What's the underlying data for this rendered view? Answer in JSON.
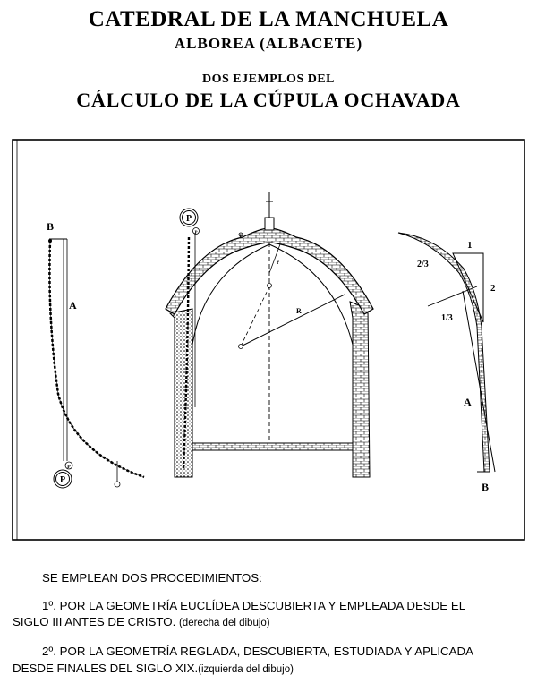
{
  "header": {
    "title": "CATEDRAL DE LA MANCHUELA",
    "location": "ALBOREA (ALBACETE)",
    "pretitle": "DOS EJEMPLOS DEL",
    "subtitle": "CÁLCULO DE LA CÚPULA OCHAVADA"
  },
  "figure": {
    "left": {
      "point_top": "B",
      "segment": "A",
      "pole": "P",
      "pole_small": "P"
    },
    "center": {
      "pole": "P",
      "pole_small": "P",
      "point_p": "P",
      "radius_small": "r",
      "radius_large": "R"
    },
    "right": {
      "top": "1",
      "side": "2",
      "upper_fraction": "2/3",
      "lower_fraction": "1/3",
      "segment": "A",
      "point_bottom": "B"
    }
  },
  "text": {
    "intro": "SE EMPLEAN DOS PROCEDIMIENTOS:",
    "item1_line1": "1º.  POR LA GEOMETRÍA EUCLÍDEA DESCUBIERTA Y EMPLEADA  DESDE EL",
    "item1_line2": "SIGLO III ANTES DE CRISTO.",
    "item1_note": "(derecha del dibujo)",
    "item2_line1": "2º. POR LA GEOMETRÍA REGLADA, DESCUBIERTA, ESTUDIADA  Y APLICADA",
    "item2_line2": "DESDE FINALES DEL SIGLO XIX.",
    "item2_note": "(izquierda del dibujo)"
  }
}
